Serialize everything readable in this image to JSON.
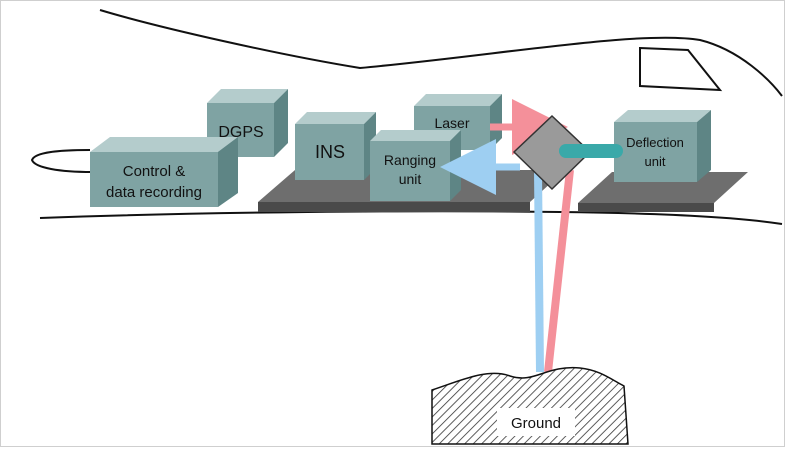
{
  "diagram": {
    "components": {
      "dgps": "DGPS",
      "control": [
        "Control &",
        "data recording"
      ],
      "ins": "INS",
      "laser": "Laser",
      "ranging": [
        "Ranging",
        "unit"
      ],
      "deflection": [
        "Deflection",
        "unit"
      ],
      "ground": "Ground"
    },
    "colors": {
      "box_front": "#7fa3a3",
      "box_top": "#b4cccc",
      "box_side": "#5e8585",
      "platform": "#6e6e6e",
      "mirror": "#9a9a9a",
      "beam_emit": "#f4909a",
      "beam_return": "#9ecff2",
      "beam_internal": "#3aa9a9"
    }
  }
}
